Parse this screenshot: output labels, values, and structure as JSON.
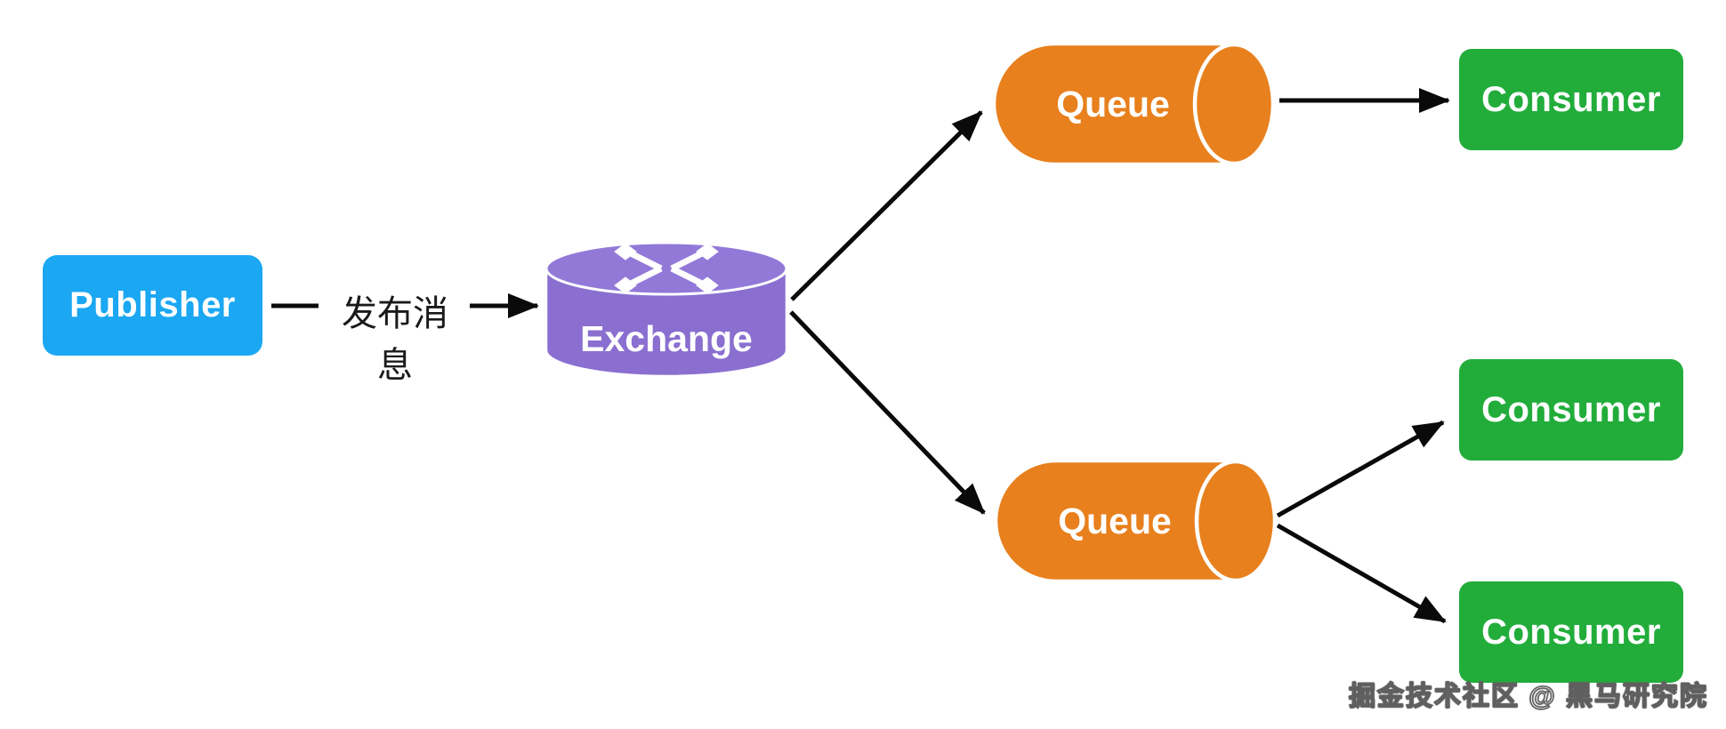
{
  "diagram": {
    "publisher": {
      "label": "Publisher"
    },
    "publish_edge_label": "发布消息",
    "exchange": {
      "label": "Exchange"
    },
    "queues": [
      {
        "label": "Queue"
      },
      {
        "label": "Queue"
      }
    ],
    "consumers": [
      {
        "label": "Consumer"
      },
      {
        "label": "Consumer"
      },
      {
        "label": "Consumer"
      }
    ],
    "watermark": "掘金技术社区 @ 黑马研究院",
    "colors": {
      "publisher_blue": "#1ba7f2",
      "exchange_purple": "#8a6fd0",
      "exchange_top_purple": "#9279d8",
      "queue_orange": "#e8801d",
      "consumer_green": "#22ad3b",
      "arrow_black": "#0a0a0a"
    }
  }
}
